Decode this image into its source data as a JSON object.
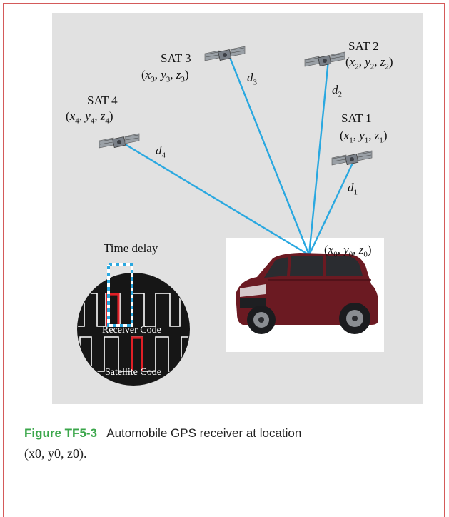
{
  "satellites": [
    {
      "name": "SAT 1",
      "coord": [
        "x",
        "1",
        "y",
        "1",
        "z",
        "1"
      ],
      "distance": [
        "d",
        "1"
      ]
    },
    {
      "name": "SAT 2",
      "coord": [
        "x",
        "2",
        "y",
        "2",
        "z",
        "2"
      ],
      "distance": [
        "d",
        "2"
      ]
    },
    {
      "name": "SAT 3",
      "coord": [
        "x",
        "3",
        "y",
        "3",
        "z",
        "3"
      ],
      "distance": [
        "d",
        "3"
      ]
    },
    {
      "name": "SAT 4",
      "coord": [
        "x",
        "4",
        "y",
        "4",
        "z",
        "4"
      ],
      "distance": [
        "d",
        "4"
      ]
    }
  ],
  "receiver_coord": [
    "x",
    "0",
    "y",
    "0",
    "z",
    "0"
  ],
  "inset": {
    "title": "Time delay",
    "receiver_label": "Receiver Code",
    "satellite_label": "Satellite Code"
  },
  "caption": {
    "figure_label": "Figure TF5-3",
    "text": "Automobile GPS receiver at location",
    "coord_text": "(x0, y0, z0)."
  },
  "colors": {
    "line": "#2aa8e0",
    "pulse": "#e01f26",
    "figure_label": "#3aa64a",
    "frame": "#d45a5a",
    "panel": "#e1e1e1",
    "car_body": "#6b1a22"
  }
}
